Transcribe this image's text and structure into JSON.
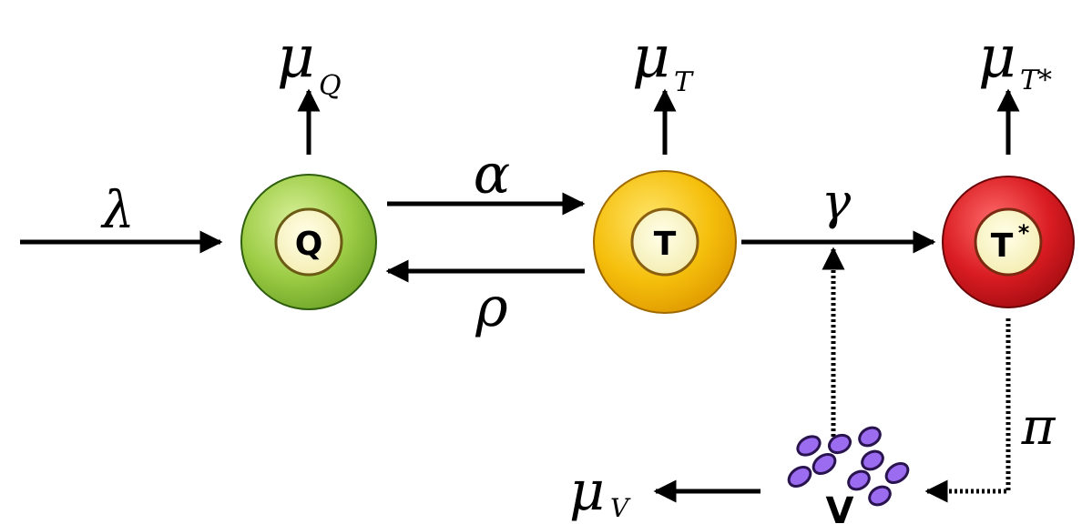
{
  "nodes": {
    "q": {
      "label": "Q"
    },
    "t": {
      "label": "T"
    },
    "tstar": {
      "label": "T",
      "sup": "*"
    },
    "v": {
      "label": "V"
    }
  },
  "rates": {
    "lambda": "λ",
    "alpha": "α",
    "rho": "ρ",
    "gamma": "γ",
    "pi": "π",
    "mu": "μ",
    "muQ_sub": "Q",
    "muT_sub": "T",
    "muTstar_sub": "T*",
    "muV_sub": "V"
  },
  "colors": {
    "q_outer": "#8fc43a",
    "t_outer": "#f3b800",
    "tstar_outer": "#d4131a",
    "inner": "#fbf7c8",
    "virus": "#9b6bf0"
  }
}
